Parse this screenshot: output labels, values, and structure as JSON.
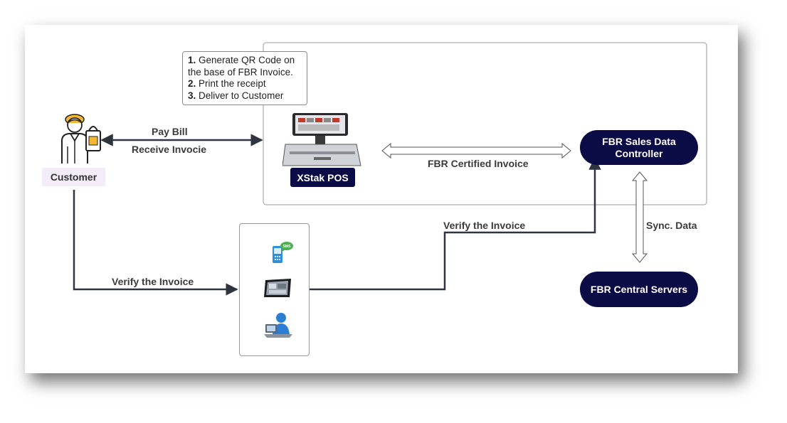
{
  "diagram": {
    "note": {
      "step1_num": "1.",
      "step1_text": "Generate QR Code on the base of FBR Invoice.",
      "step2_num": "2.",
      "step2_text": "Print the receipt",
      "step3_num": "3.",
      "step3_text": "Deliver to Customer"
    },
    "customer_label": "Customer",
    "pay_bill_label": "Pay Bill",
    "receive_invoice_label": "Receive Invocie",
    "pos_label": "XStak POS",
    "certified_invoice_label": "FBR Certified Invoice",
    "sales_controller_label": "FBR Sales Data Controller",
    "verify_invoice_top_label": "Verify the Invoice",
    "verify_invoice_bottom_label": "Verify the Invoice",
    "sync_label": "Sync. Data",
    "central_servers_label": "FBR Central Servers",
    "icons": [
      "customer-shopper-icon",
      "pos-terminal-icon",
      "sms-phone-icon",
      "tablet-icon",
      "computer-user-icon"
    ],
    "colors": {
      "node_fill": "#0b0b45",
      "customer_tag_fill": "#f5ecfa",
      "wire": "#2f3440"
    }
  }
}
